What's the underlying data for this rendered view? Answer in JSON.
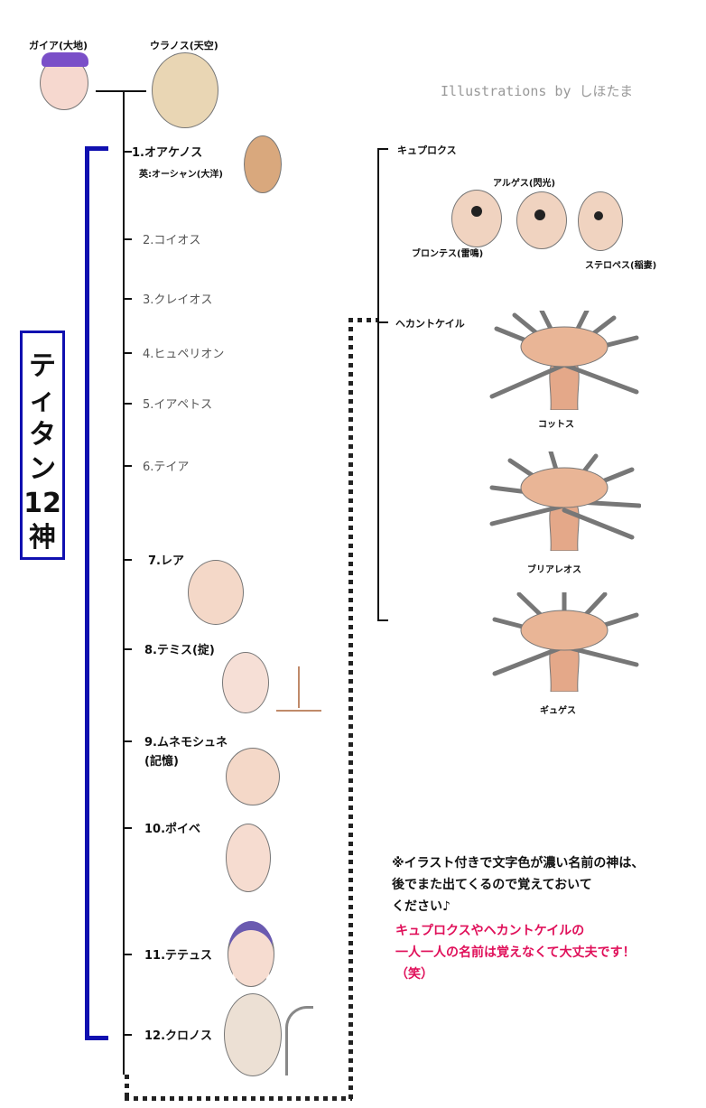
{
  "credit": "Illustrations by しほたま",
  "parents": {
    "gaia": "ガイア(大地)",
    "ouranos": "ウラノス(天空)"
  },
  "title": {
    "l1": "テ",
    "l2": "ィ",
    "l3": "タ",
    "l4": "ン",
    "l5": "12",
    "l6": "神"
  },
  "titans": [
    "1.オアケノス",
    "2.コイオス",
    "3.クレイオス",
    "4.ヒュペリオン",
    "5.イアペトス",
    "6.テイア",
    "7.レア",
    "8.テミス(掟)",
    "9.ムネモシュネ",
    "10.ポイベ",
    "11.テテュス",
    "12.クロノス"
  ],
  "oceanus_note": "英:オーシャン(大洋)",
  "mnemosyne_note": "(記憶)",
  "cyclopes": {
    "group": "キュプロクス",
    "arges": "アルゲス(閃光)",
    "brontes": "ブロンテス(雷鳴)",
    "steropes": "ステロペス(稲妻)"
  },
  "hecatoncheires": {
    "group": "ヘカントケイル",
    "cottus": "コットス",
    "briareus": "ブリアレオス",
    "gyges": "ギュゲス"
  },
  "note": {
    "l1": "※イラスト付きで文字色が濃い名前の神は、",
    "l2": "後でまた出てくるので覚えておいて",
    "l3": "ください♪",
    "r1": "キュプロクスやヘカントケイルの",
    "r2": "一人一人の名前は覚えなくて大丈夫です！",
    "r3": "（笑）"
  }
}
